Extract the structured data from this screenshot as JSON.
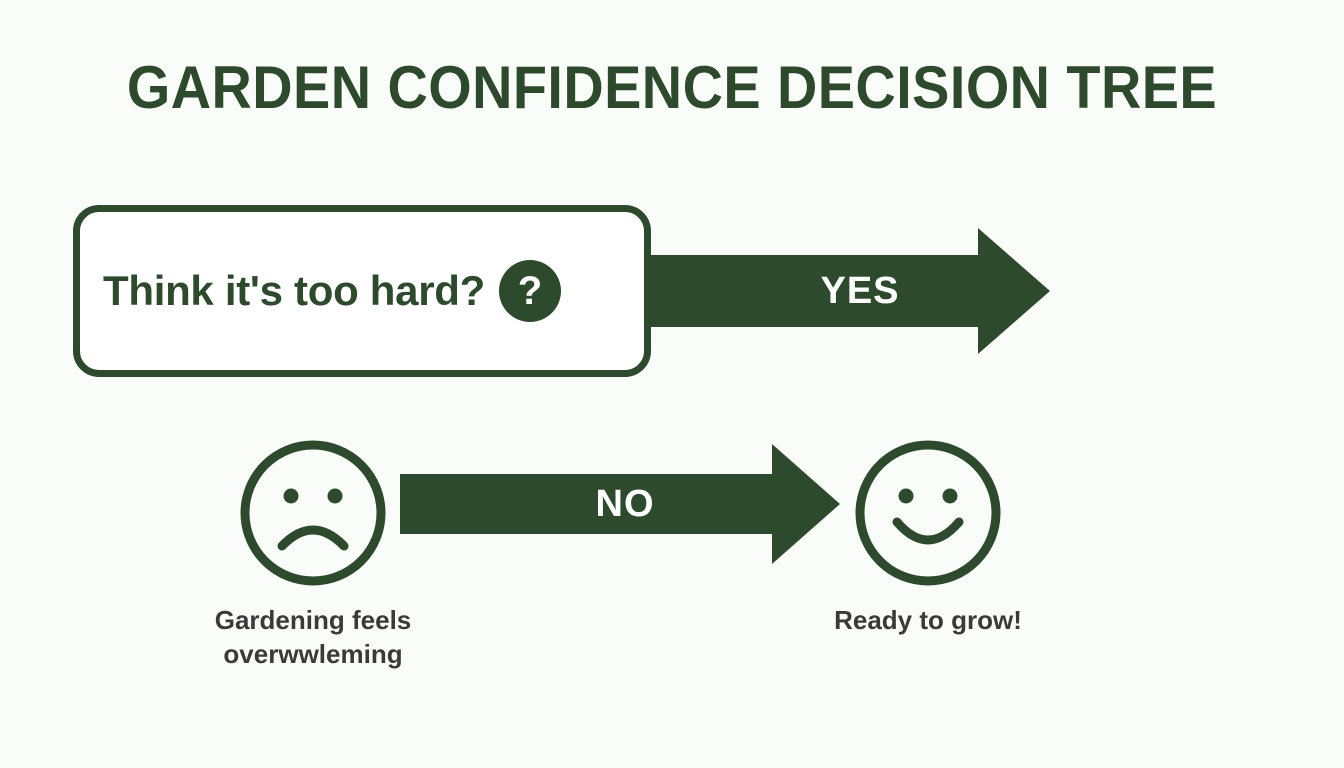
{
  "page": {
    "title": "GARDEN CONFIDENCE DECISION TREE",
    "background_color": "#fafcfa",
    "accent_color": "#2d4a2d",
    "caption_color": "#3a3a3a"
  },
  "decision": {
    "question": "Think it's too hard?",
    "badge_glyph": "?",
    "badge_icon_name": "question-mark-icon"
  },
  "branches": {
    "yes": {
      "label": "YES",
      "arrow_icon_name": "arrow-right-icon"
    },
    "no": {
      "label": "NO",
      "arrow_icon_name": "arrow-right-icon"
    }
  },
  "outcomes": [
    {
      "icon_name": "sad-face-icon",
      "caption_line1": "Gardening feels",
      "caption_line2": "overwwleming"
    },
    {
      "icon_name": "happy-face-icon",
      "caption_line1": "Ready to grow!",
      "caption_line2": ""
    }
  ]
}
